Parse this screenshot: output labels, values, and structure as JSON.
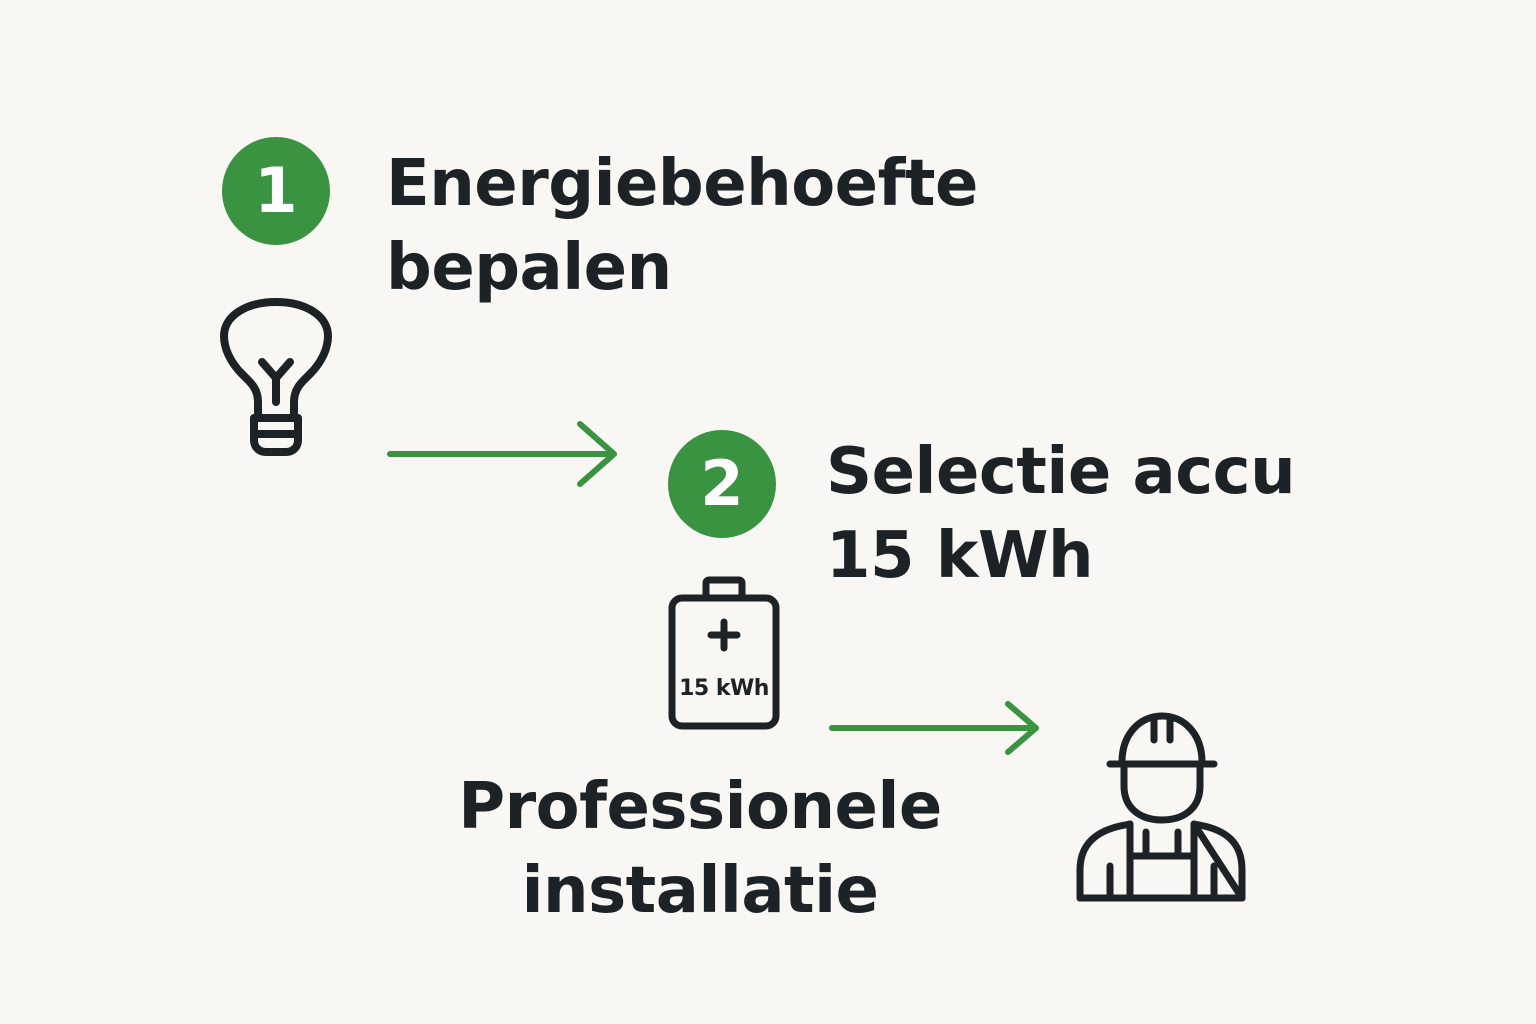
{
  "steps": [
    {
      "number": "1",
      "title_line1": "Energiebehoefte",
      "title_line2": "bepalen",
      "icon": "lightbulb-icon"
    },
    {
      "number": "2",
      "title_line1": "Selectie accu",
      "title_line2": "15 kWh",
      "icon": "battery-icon",
      "icon_label": "15 kWh"
    },
    {
      "title_line1": "Professionele",
      "title_line2": "installatie",
      "icon": "worker-icon"
    }
  ],
  "colors": {
    "accent": "#3a9340",
    "text": "#1c2226",
    "background": "#f8f7f3"
  }
}
